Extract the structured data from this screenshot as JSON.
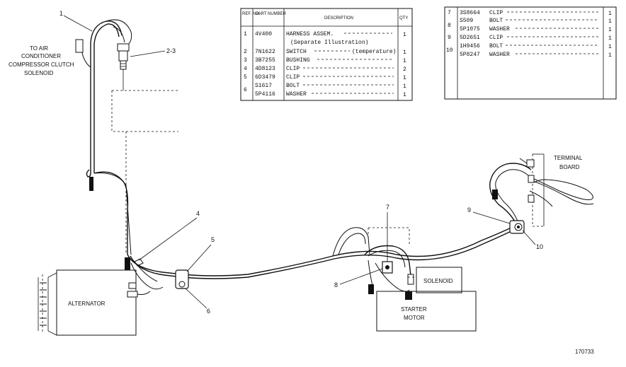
{
  "parts_table_left": {
    "headers": [
      "REF. NO.",
      "PART NUMBER",
      "DESCRIPTION",
      "QTY"
    ],
    "rows": [
      {
        "ref": "1",
        "part": "4V400",
        "desc": "HARNESS ASSEM.",
        "qty": "1"
      },
      {
        "ref": "",
        "part": "",
        "desc": "(Separate Illustration)",
        "qty": ""
      },
      {
        "ref": "2",
        "part": "7N1622",
        "desc": "SWITCH",
        "desc2": "(temperature)",
        "qty": "1"
      },
      {
        "ref": "3",
        "part": "3B7255",
        "desc": "BUSHING",
        "qty": "1"
      },
      {
        "ref": "4",
        "part": "4D8123",
        "desc": "CLIP",
        "qty": "2"
      },
      {
        "ref": "5",
        "part": "6D3479",
        "desc": "CLIP",
        "qty": "1"
      },
      {
        "ref": "6",
        "part": "S1617",
        "desc": "BOLT",
        "qty": "1"
      },
      {
        "ref": "",
        "part": "5P4116",
        "desc": "WASHER",
        "qty": "1"
      }
    ]
  },
  "parts_table_right": {
    "rows": [
      {
        "ref": "7",
        "part": "3S8664",
        "desc": "CLIP",
        "qty": "1"
      },
      {
        "ref": "8",
        "part": "S509",
        "desc": "BOLT",
        "qty": "1"
      },
      {
        "ref": "",
        "part": "5P1075",
        "desc": "WASHER",
        "qty": "1"
      },
      {
        "ref": "9",
        "part": "5D2651",
        "desc": "CLIP",
        "qty": "1"
      },
      {
        "ref": "10",
        "part": "1H9456",
        "desc": "BOLT",
        "qty": "1"
      },
      {
        "ref": "",
        "part": "5P8247",
        "desc": "WASHER",
        "qty": "1"
      }
    ]
  },
  "labels": {
    "air_conditioner": [
      "TO AIR",
      "CONDITIONER",
      "COMPRESSOR CLUTCH",
      "SOLENOID"
    ],
    "alternator": "ALTERNATOR",
    "solenoid": "SOLENOID",
    "starter_motor": [
      "STARTER",
      "MOTOR"
    ],
    "terminal_board": [
      "TERMINAL",
      "BOARD"
    ],
    "figure_number": "170733"
  },
  "callouts": {
    "c1": "1",
    "c23": "2-3",
    "c4": "4",
    "c5": "5",
    "c6": "6",
    "c7": "7",
    "c8": "8",
    "c9": "9",
    "c10": "10"
  }
}
